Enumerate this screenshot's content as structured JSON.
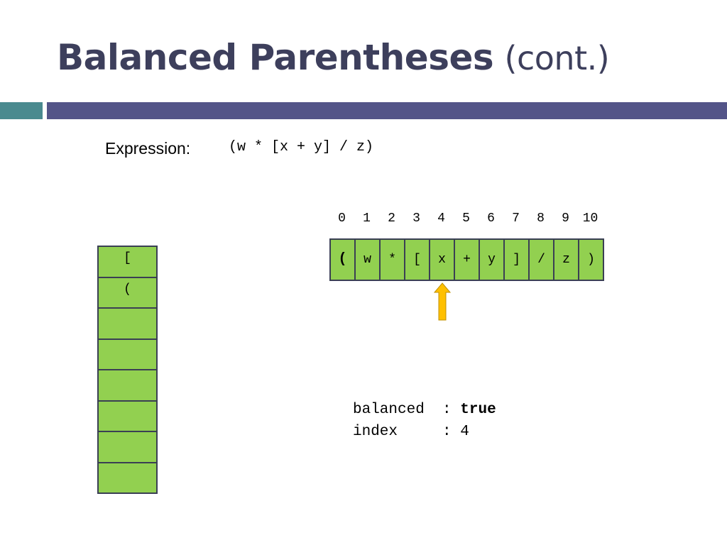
{
  "title": {
    "main": "Balanced Parentheses",
    "suffix": "(cont.)"
  },
  "expression": {
    "label": "Expression:",
    "value": "(w * [x + y] / z)"
  },
  "stack": {
    "cells": [
      "[",
      "(",
      "",
      "",
      "",
      "",
      "",
      ""
    ]
  },
  "string_array": {
    "indices": [
      "0",
      "1",
      "2",
      "3",
      "4",
      "5",
      "6",
      "7",
      "8",
      "9",
      "10"
    ],
    "chars": [
      "(",
      "w",
      "*",
      "[",
      "x",
      "+",
      "y",
      "]",
      "/",
      "z",
      ")"
    ],
    "pointer_index": 4
  },
  "status": {
    "balanced_label": "balanced",
    "balanced_value": "true",
    "index_label": "index",
    "index_value": "4",
    "separator": ":"
  },
  "colors": {
    "cell_fill": "#92d050",
    "cell_border": "#3a3f54",
    "pointer": "#ffc000",
    "title": "#3d3f5c",
    "bar_main": "#535488",
    "bar_accent": "#4a8a8f"
  }
}
